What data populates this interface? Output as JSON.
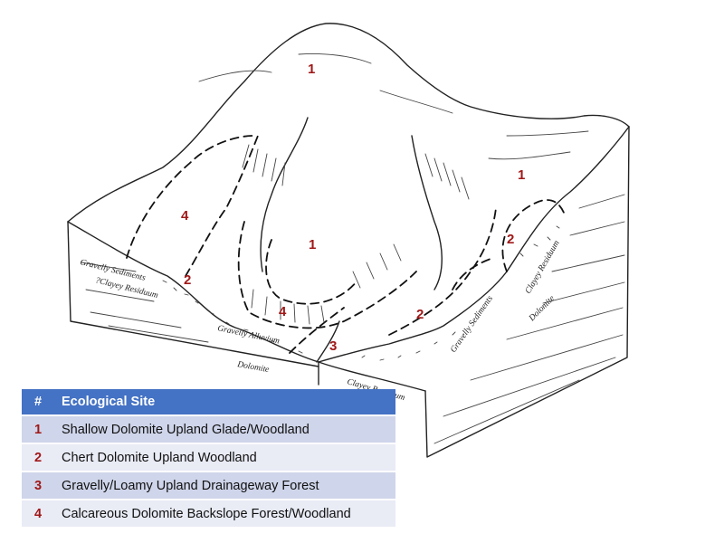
{
  "site_numbers": {
    "summit": "1",
    "upper_right": "1",
    "left_backslope": "4",
    "center_knob": "1",
    "right_slope": "2",
    "left_lower": "2",
    "center_lower": "4",
    "right_lower": "2",
    "drainageway": "3"
  },
  "geology_labels": {
    "gravelly_sediments_left": "Gravelly Sediments",
    "clayey_residuum_left": "?Clayey Residuum",
    "gravelly_alluvium": "Gravelly Alluvium",
    "dolomite_front": "Dolomite",
    "clayey_residuum_front": "Clayey Residuum",
    "gravelly_sediments_right": "Gravelly Sediments",
    "clayey_residuum_right": "Clayey Residuum",
    "dolomite_right": "Dolomite"
  },
  "legend": {
    "header_number": "#",
    "header_site": "Ecological Site",
    "rows": [
      {
        "number": "1",
        "site": "Shallow Dolomite Upland Glade/Woodland"
      },
      {
        "number": "2",
        "site": "Chert Dolomite Upland Woodland"
      },
      {
        "number": "3",
        "site": "Gravelly/Loamy Upland Drainageway Forest"
      },
      {
        "number": "4",
        "site": "Calcareous Dolomite Backslope Forest/Woodland"
      }
    ]
  },
  "colors": {
    "header_blue": "#4472c4",
    "number_red": "#a01818",
    "row_dark": "#cfd5ea",
    "row_light": "#e9ebf5"
  }
}
